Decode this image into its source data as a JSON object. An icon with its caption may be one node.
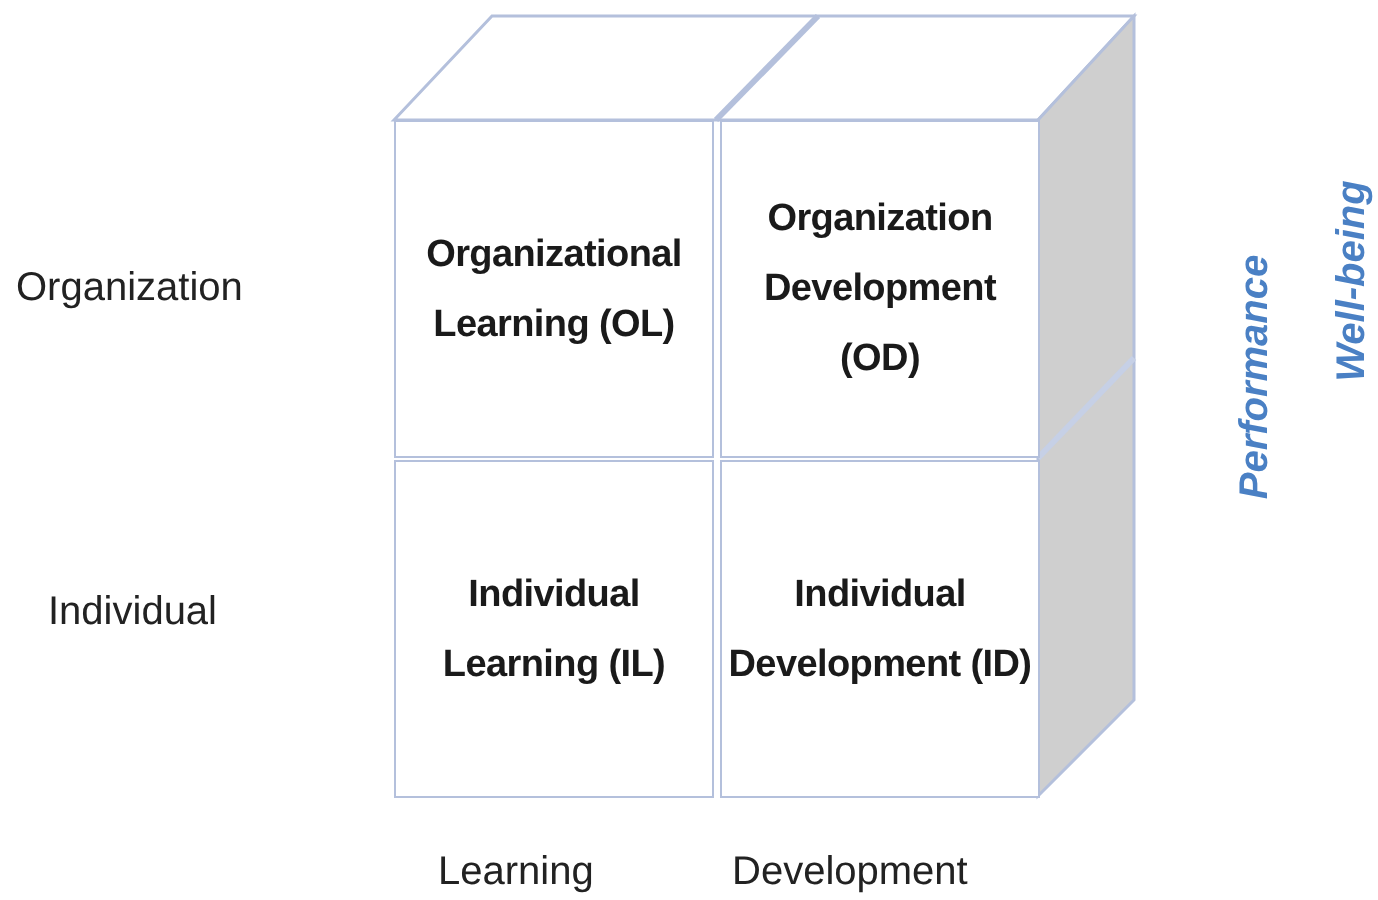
{
  "diagram": {
    "nodes": [
      {
        "text": [
          "Organizational Learning (OL)"
        ]
      },
      {
        "text": [
          "Organization Development (OD)"
        ]
      },
      {
        "text": [
          "Individual Learning (IL)"
        ]
      },
      {
        "text": [
          "Individual Development (ID)"
        ]
      }
    ],
    "labels": [
      "Organization",
      "Individual",
      "Learning",
      "Development",
      "Performance",
      "Well-being"
    ]
  }
}
